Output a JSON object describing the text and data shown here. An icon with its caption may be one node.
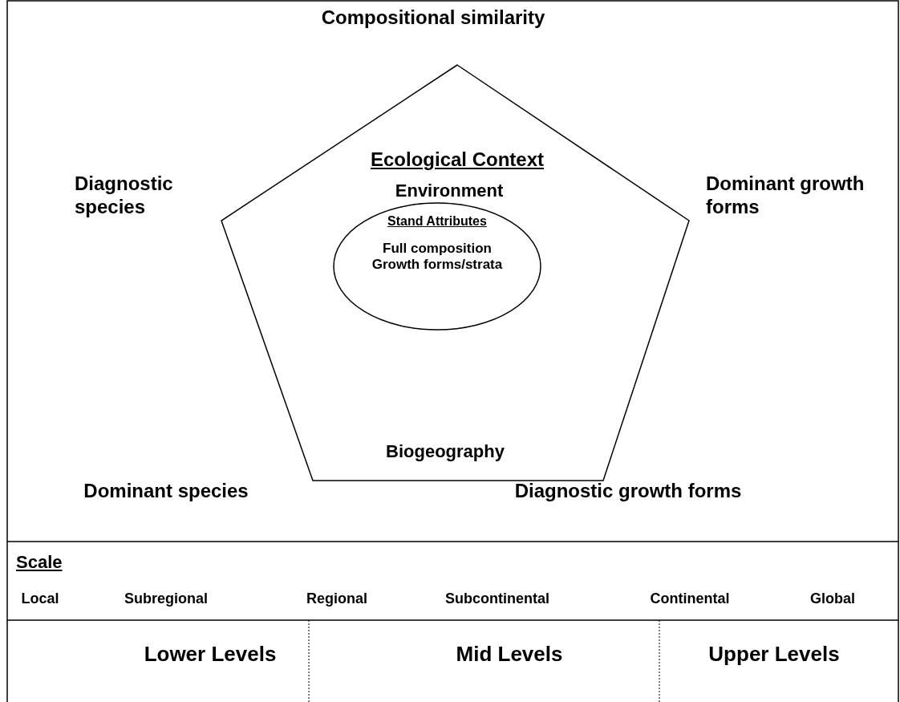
{
  "diagram": {
    "nodes": [
      {
        "text": [
          "Ecological Context",
          "Environment",
          "Biogeography"
        ]
      },
      {
        "text": [
          "Stand Attributes",
          "Full composition Growth forms/strata"
        ],
        "in": 0
      }
    ],
    "edges": [],
    "labels": [
      "Compositional similarity",
      "Diagnostic species",
      "Dominant growth forms",
      "Dominant species",
      "Diagnostic growth forms",
      "Scale",
      "Local",
      "Subregional",
      "Regional",
      "Subcontinental",
      "Continental",
      "Global",
      "Lower Levels",
      "Mid Levels",
      "Upper Levels"
    ]
  }
}
